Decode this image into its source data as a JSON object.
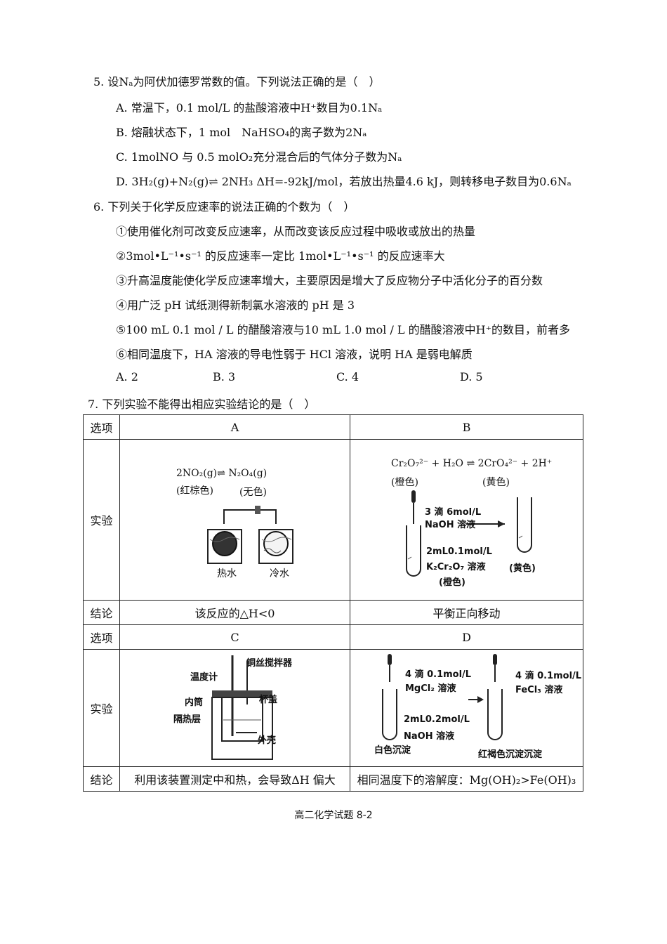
{
  "q5": {
    "stem": "5. 设Nₐ为阿伏加德罗常数的值。下列说法正确的是（　）",
    "a": "A. 常温下，0.1 mol/L 的盐酸溶液中H⁺数目为0.1Nₐ",
    "b": "B. 熔融状态下，1 mol　NaHSO₄的离子数为2Nₐ",
    "c": "C. 1molNO 与 0.5 molO₂充分混合后的气体分子数为Nₐ",
    "d": "D. 3H₂(g)+N₂(g)⇌ 2NH₃ ΔH=-92kJ/mol，若放出热量4.6 kJ，则转移电子数目为0.6Nₐ"
  },
  "q6": {
    "stem": "6. 下列关于化学反应速率的说法正确的个数为（　）",
    "items": [
      "①使用催化剂可改变反应速率，从而改变该反应过程中吸收或放出的热量",
      "②3mol•L⁻¹•s⁻¹ 的反应速率一定比 1mol•L⁻¹•s⁻¹ 的反应速率大",
      "③升高温度能使化学反应速率增大，主要原因是增大了反应物分子中活化分子的百分数",
      "④用广泛 pH 试纸测得新制氯水溶液的 pH 是 3",
      "⑤100 mL 0.1 mol / L 的醋酸溶液与10 mL 1.0 mol / L 的醋酸溶液中H⁺的数目，前者多",
      "⑥相同温度下，HA 溶液的导电性弱于 HCl 溶液，说明 HA 是弱电解质"
    ],
    "choices": [
      "A. 2",
      "B. 3",
      "C. 4",
      "D. 5"
    ]
  },
  "q7": {
    "stem": "7. 下列实验不能得出相应实验结论的是（　）",
    "table": {
      "col_option": "选项",
      "col_exp": "实验",
      "col_concl": "结论",
      "A": "A",
      "B": "B",
      "C": "C",
      "D": "D",
      "a_eq": "2NO₂(g)⇌ N₂O₄(g)",
      "a_c1": "(红棕色)",
      "a_c2": "(无色)",
      "a_hot": "热水",
      "a_cold": "冷水",
      "a_concl": "该反应的△H<0",
      "b_eq": "Cr₂O₇²⁻ + H₂O ⇌ 2CrO₄²⁻ + 2H⁺",
      "b_c1": "(橙色)",
      "b_c2": "(黄色)",
      "b_drop1": "3 滴 6mol/L",
      "b_drop2": "NaOH 溶液",
      "b_sol1": "2mL0.1mol/L",
      "b_sol2": "K₂Cr₂O₇ 溶液",
      "b_sol3": "(橙色)",
      "b_res": "(黄色)",
      "b_concl": "平衡正向移动",
      "c_stir": "铜丝搅拌器",
      "c_therm": "温度计",
      "c_lid": "杯盖",
      "c_inner": "内筒",
      "c_insul": "隔热层",
      "c_shell": "外壳",
      "c_concl": "利用该装置测定中和热，会导致ΔH 偏大",
      "d_drop1a": "4 滴 0.1mol/L",
      "d_drop1b": "MgCl₂ 溶液",
      "d_drop2a": "4 滴 0.1mol/L",
      "d_drop2b": "FeCl₃ 溶液",
      "d_sol1": "2mL0.2mol/L",
      "d_sol2": "NaOH 溶液",
      "d_ppt1": "白色沉淀",
      "d_ppt2": "红褐色沉淀沉淀",
      "d_concl": "相同温度下的溶解度：Mg(OH)₂>Fe(OH)₃"
    }
  },
  "footer": "高二化学试题 8-2"
}
